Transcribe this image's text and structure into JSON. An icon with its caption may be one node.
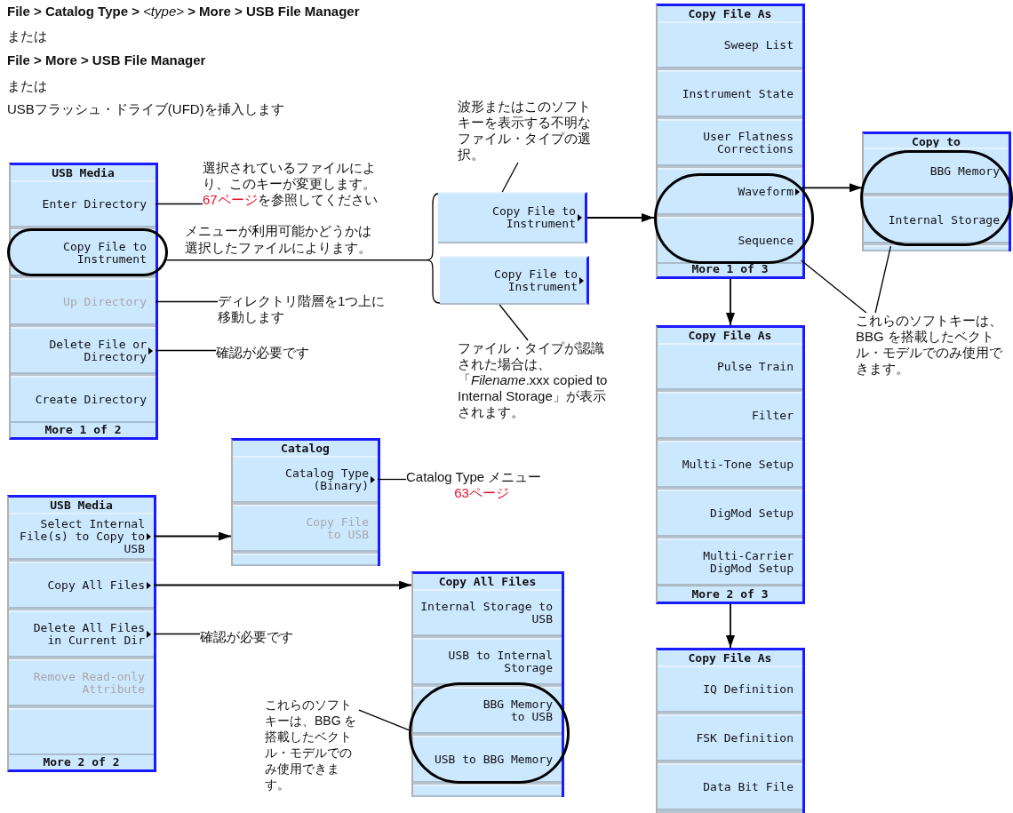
{
  "diagram": {
    "nodes": [
      {
        "text": [
          "USB Media",
          "More 1 of 2"
        ]
      },
      {
        "text": [
          "Enter Directory"
        ],
        "in": 0
      },
      {
        "text": [],
        "shape": "oval",
        "in": 0
      },
      {
        "text": [
          "Copy File to Instrument"
        ],
        "in": 2
      },
      {
        "text": [
          "Up Directory"
        ],
        "in": 0
      },
      {
        "text": [
          "Delete File or Directory"
        ],
        "in": 0
      },
      {
        "text": [
          "Create Directory"
        ],
        "in": 0
      },
      {
        "text": [
          "選択されているファイルにより、このキーが変更します。",
          "67ページ",
          "を参照してください"
        ]
      },
      {
        "text": [
          "ディレクトリ階層を1つ上に移動します"
        ]
      },
      {
        "text": [
          "確認が必要です"
        ]
      },
      {
        "text": [
          "波形またはこのソフトキーを表示する不明なファイル・タイプの選択。"
        ]
      },
      {
        "text": [
          "Copy File to Instrument"
        ]
      },
      {
        "text": [
          "Copy File to Instrument"
        ]
      },
      {
        "text": [
          "ファイル・タイプが認識された場合は、「*Filename*.xxx copied to Internal Storage」が表示されます。"
        ]
      },
      {
        "text": [
          "Copy File As",
          "More 1 of 3"
        ]
      },
      {
        "text": [
          "Sweep List"
        ],
        "in": 14
      },
      {
        "text": [
          "Instrument State"
        ],
        "in": 14
      },
      {
        "text": [
          "User Flatness Corrections"
        ],
        "in": 14
      },
      {
        "text": [],
        "shape": "oval",
        "in": 14
      },
      {
        "text": [
          "Waveform"
        ],
        "in": 18
      },
      {
        "text": [
          "Sequence"
        ],
        "in": 18
      },
      {
        "text": [
          "Copy to"
        ]
      },
      {
        "text": [],
        "shape": "oval",
        "in": 21
      },
      {
        "text": [
          "BBG Memory"
        ],
        "in": 22
      },
      {
        "text": [
          "Internal Storage"
        ],
        "in": 22
      },
      {
        "text": [],
        "shape": "box",
        "in": 21
      },
      {
        "text": [
          "これらのソフトキーは、BBG を搭載したベクトル・モデルでのみ使用できます。"
        ]
      },
      {
        "text": [
          "Copy File As",
          "More 2 of 3"
        ]
      },
      {
        "text": [
          "Pulse Train"
        ],
        "in": 27
      },
      {
        "text": [
          "Filter"
        ],
        "in": 27
      },
      {
        "text": [
          "Multi-Tone Setup"
        ],
        "in": 27
      },
      {
        "text": [
          "DigMod Setup"
        ],
        "in": 27
      },
      {
        "text": [
          "Multi-Carrier DigMod Setup"
        ],
        "in": 27
      },
      {
        "text": [
          "Catalog"
        ]
      },
      {
        "text": [
          "Catalog Type (Binary)"
        ],
        "in": 33
      },
      {
        "text": [
          "Copy File to USB"
        ],
        "in": 33
      },
      {
        "text": [],
        "shape": "box",
        "in": 33
      },
      {
        "text": [
          "Catalog Type メニュー",
          "63ページ"
        ]
      },
      {
        "text": [
          "USB Media",
          "More 2 of 2"
        ]
      },
      {
        "text": [
          "Select Internal File(s) to Copy to USB"
        ],
        "in": 38
      },
      {
        "text": [
          "Copy All Files"
        ],
        "in": 38
      },
      {
        "text": [
          "Delete All Files in Current Dir"
        ],
        "in": 38
      },
      {
        "text": [
          "Remove Read-only Attribute"
        ],
        "in": 38
      },
      {
        "text": [],
        "shape": "box",
        "in": 38
      },
      {
        "text": [
          "確認が必要です"
        ]
      },
      {
        "text": [
          "Copy File As"
        ]
      },
      {
        "text": [
          "IQ Definition"
        ],
        "in": 45
      },
      {
        "text": [
          "FSK Definition"
        ],
        "in": 45
      },
      {
        "text": [
          "Data Bit File"
        ],
        "in": 45
      },
      {
        "text": [
          "Copy All Files"
        ]
      },
      {
        "text": [
          "Internal Storage to USB"
        ],
        "in": 49
      },
      {
        "text": [
          "USB to Internal Storage"
        ],
        "in": 49
      },
      {
        "text": [],
        "shape": "oval",
        "in": 49
      },
      {
        "text": [
          "BBG Memory to USB"
        ],
        "in": 52
      },
      {
        "text": [
          "USB to BBG Memory"
        ],
        "in": 52
      },
      {
        "text": [],
        "shape": "box",
        "in": 49
      },
      {
        "text": [
          "これらのソフトキーは、BBG を搭載したベクトル・モデルでのみ使用できます。"
        ]
      }
    ],
    "edges": [
      {
        "from": 7,
        "to": 1,
        "arrow": "none"
      },
      {
        "from": 2,
        "to": 11,
        "arrow": "none",
        "label": "メニューが利用可能かどうかは選択したファイルによります。"
      },
      {
        "from": 2,
        "to": 12,
        "arrow": "none"
      },
      {
        "from": 8,
        "to": 4,
        "arrow": "none"
      },
      {
        "from": 9,
        "to": 5,
        "arrow": "none"
      },
      {
        "from": 10,
        "to": 11,
        "arrow": "none"
      },
      {
        "from": 13,
        "to": 12,
        "arrow": "none"
      },
      {
        "from": 11,
        "to": 18,
        "arrow": "to"
      },
      {
        "from": 18,
        "to": 21,
        "arrow": "to"
      },
      {
        "from": 14,
        "to": 27,
        "arrow": "to"
      },
      {
        "from": 26,
        "to": 18,
        "arrow": "none"
      },
      {
        "from": 26,
        "to": 22,
        "arrow": "none"
      },
      {
        "from": 27,
        "to": 45,
        "arrow": "to"
      },
      {
        "from": 37,
        "to": 34,
        "arrow": "none"
      },
      {
        "from": 39,
        "to": 33,
        "arrow": "to"
      },
      {
        "from": 40,
        "to": 49,
        "arrow": "to"
      },
      {
        "from": 44,
        "to": 41,
        "arrow": "none"
      },
      {
        "from": 56,
        "to": 52,
        "arrow": "none"
      }
    ],
    "labels": [
      "**File > Catalog Type >** *<type>* **> More > USB File Manager**",
      "または",
      "File > More > USB File Manager",
      "または",
      "USBフラッシュ・ドライブ(UFD)を挿入します"
    ]
  }
}
